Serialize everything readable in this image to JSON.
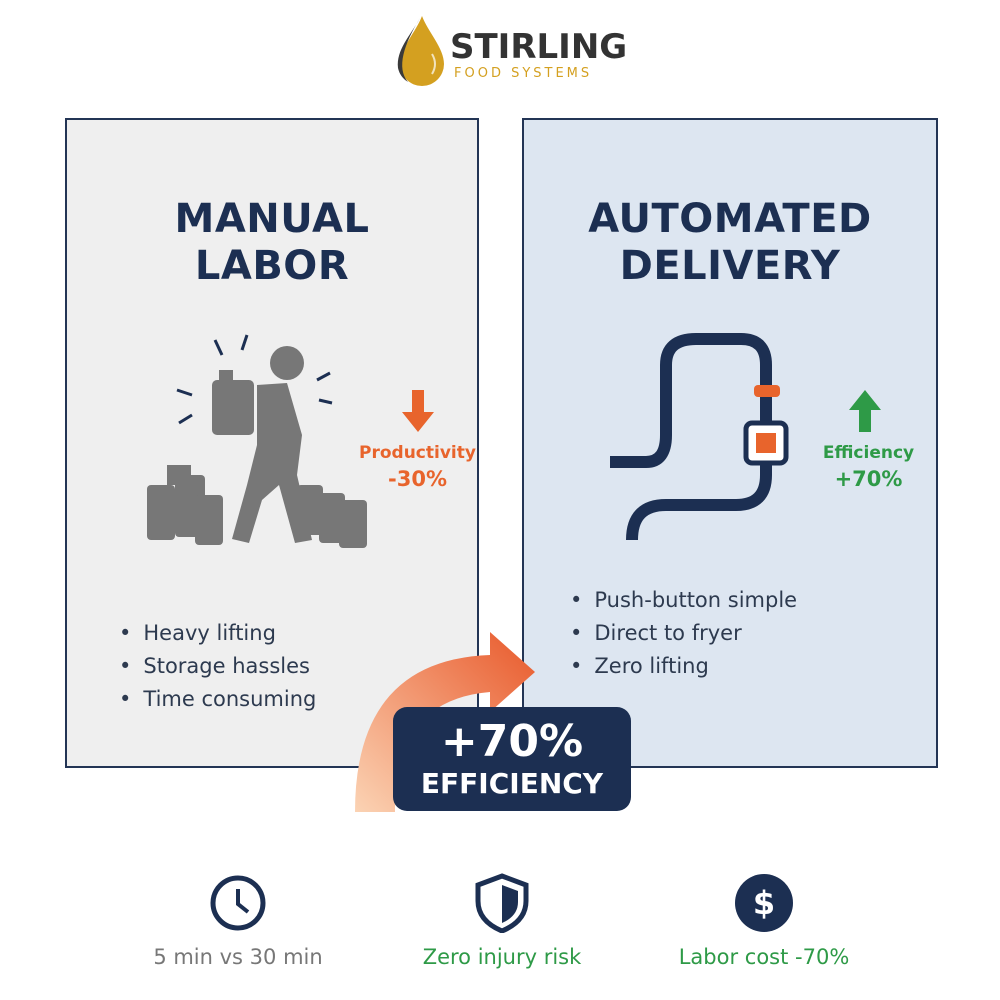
{
  "logo": {
    "name": "STIRLING",
    "tagline": "FOOD SYSTEMS"
  },
  "left": {
    "title_line1": "MANUAL",
    "title_line2": "LABOR",
    "metric_label": "Productivity",
    "metric_value": "-30%",
    "bullets": [
      "Heavy lifting",
      "Storage hassles",
      "Time consuming"
    ]
  },
  "right": {
    "title_line1": "AUTOMATED",
    "title_line2": "DELIVERY",
    "metric_label": "Efficiency",
    "metric_value": "+70%",
    "bullets": [
      "Push-button simple",
      "Direct to fryer",
      "Zero lifting"
    ]
  },
  "badge": {
    "value": "+70%",
    "label": "EFFICIENCY"
  },
  "footer": [
    {
      "icon": "clock-icon",
      "label": "5 min vs 30 min"
    },
    {
      "icon": "shield-icon",
      "label": "Zero injury risk"
    },
    {
      "icon": "dollar-icon",
      "label": "Labor cost -70%"
    }
  ],
  "colors": {
    "navy": "#1c2f52",
    "orange": "#e8642c",
    "green": "#2e9a47",
    "gold": "#d4a020"
  }
}
